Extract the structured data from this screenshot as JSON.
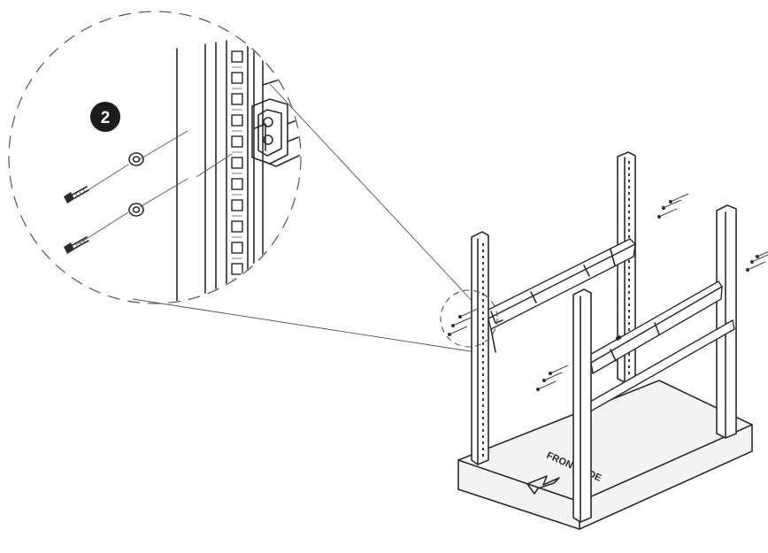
{
  "step_badge": {
    "label": "2",
    "color": "#1c1c1c"
  },
  "base_label": "FRONT SIDE",
  "icons": [
    "screw-icon",
    "washer-icon",
    "direction-arrow-icon",
    "magnifier-callout"
  ]
}
